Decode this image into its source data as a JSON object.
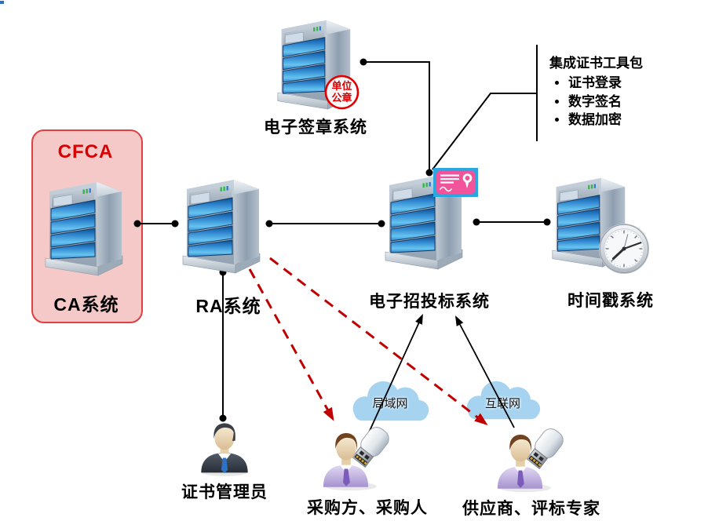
{
  "nodes": {
    "esign_system": {
      "label": "电子签章系统"
    },
    "stamp": {
      "line1": "单位",
      "line2": "公章"
    },
    "cfca_box": {
      "label": "CFCA"
    },
    "ca_system": {
      "label": "CA系统"
    },
    "ra_system": {
      "label": "RA系统"
    },
    "bidding_system": {
      "label": "电子招投标系统"
    },
    "timestamp_system": {
      "label": "时间戳系统"
    },
    "cert_admin": {
      "label": "证书管理员"
    },
    "purchaser": {
      "label": "采购方、采购人"
    },
    "supplier": {
      "label": "供应商、评标专家"
    },
    "lan_cloud": {
      "label": "局域网"
    },
    "internet_cloud": {
      "label": "互联网"
    }
  },
  "callout": {
    "title": "集成证书工具包",
    "items": [
      "证书登录",
      "数字签名",
      "数据加密"
    ]
  },
  "colors": {
    "dashed_arrow": "#c00000",
    "cfca_fill": "#f6c9c9",
    "cfca_border": "#e04040",
    "cfca_text": "#d80000",
    "stamp_red": "#e00000",
    "cert_bg": "#2aa7e0",
    "cert_pink": "#f2549c",
    "cloud_blue": "#a6d4f0",
    "server_bay_blue": "#2f86cf"
  }
}
